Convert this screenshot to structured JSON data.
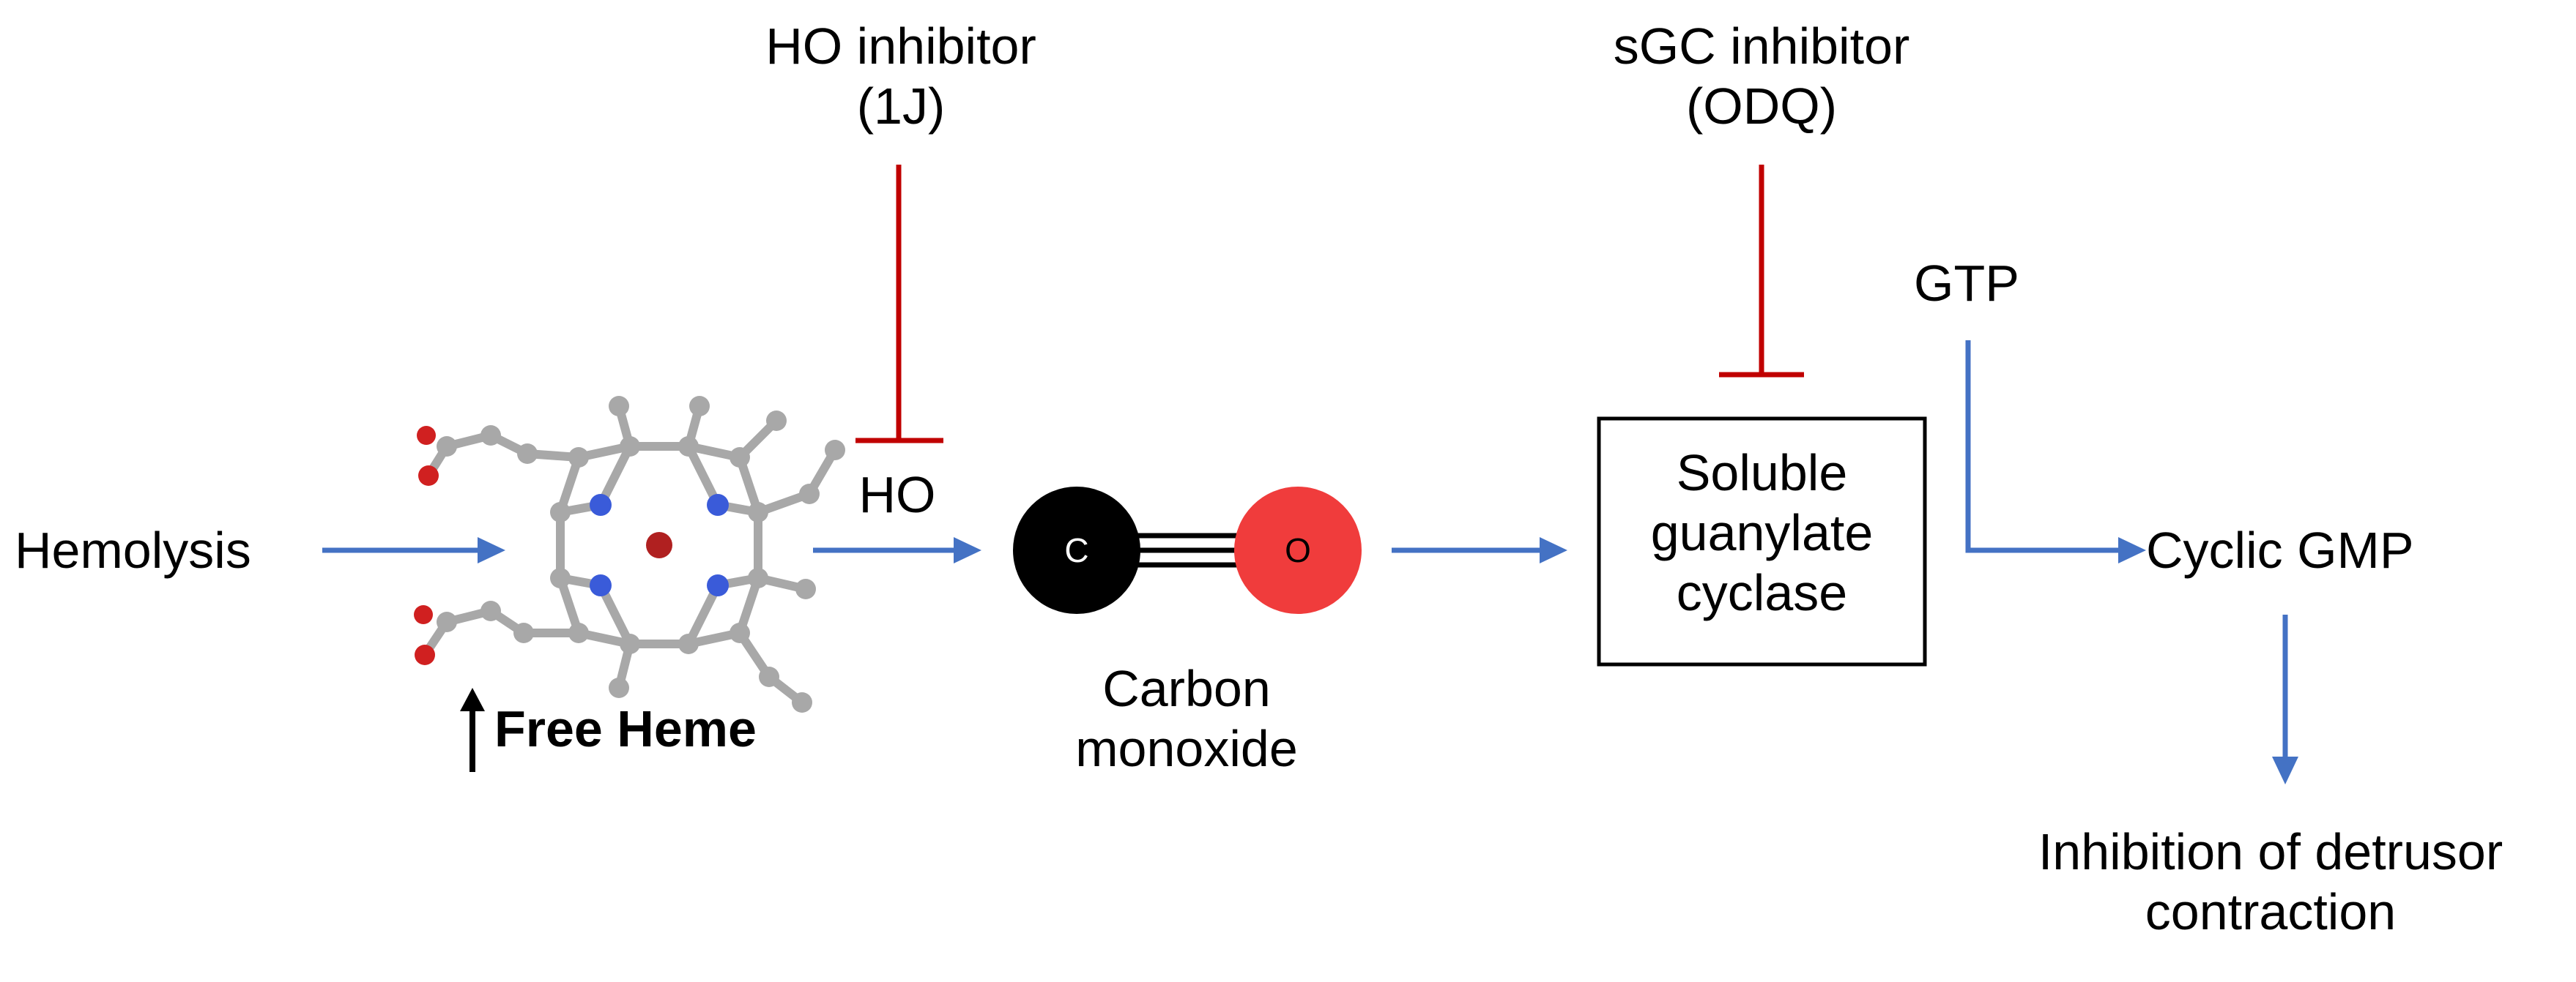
{
  "colors": {
    "arrow_blue": "#4472c4",
    "inhibit_red": "#c00000",
    "carbon_black": "#000000",
    "oxygen_red": "#f03c3c",
    "atom_grey": "#a8a8a8",
    "nitrogen_blue": "#3a5bd9",
    "iron_red": "#b02020",
    "up_arrow": "#000000"
  },
  "labels": {
    "ho_inhibitor_line1": "HO inhibitor",
    "ho_inhibitor_line2": "(1J)",
    "sgc_inhibitor_line1": "sGC inhibitor",
    "sgc_inhibitor_line2": "(ODQ)",
    "hemolysis": "Hemolysis",
    "ho": "HO",
    "free_heme": "Free Heme",
    "carbon_symbol": "C",
    "oxygen_symbol": "O",
    "carbon_monoxide_line1": "Carbon",
    "carbon_monoxide_line2": "monoxide",
    "sgc_line1": "Soluble",
    "sgc_line2": "guanylate",
    "sgc_line3": "cyclase",
    "gtp": "GTP",
    "cyclic_gmp": "Cyclic GMP",
    "outcome_line1": "Inhibition of detrusor",
    "outcome_line2": "contraction"
  },
  "icons": {
    "heme_molecule": "heme-ball-and-stick-icon",
    "carbon_monoxide": "carbon-monoxide-molecule-icon",
    "increase_arrow": "up-arrow-icon"
  }
}
